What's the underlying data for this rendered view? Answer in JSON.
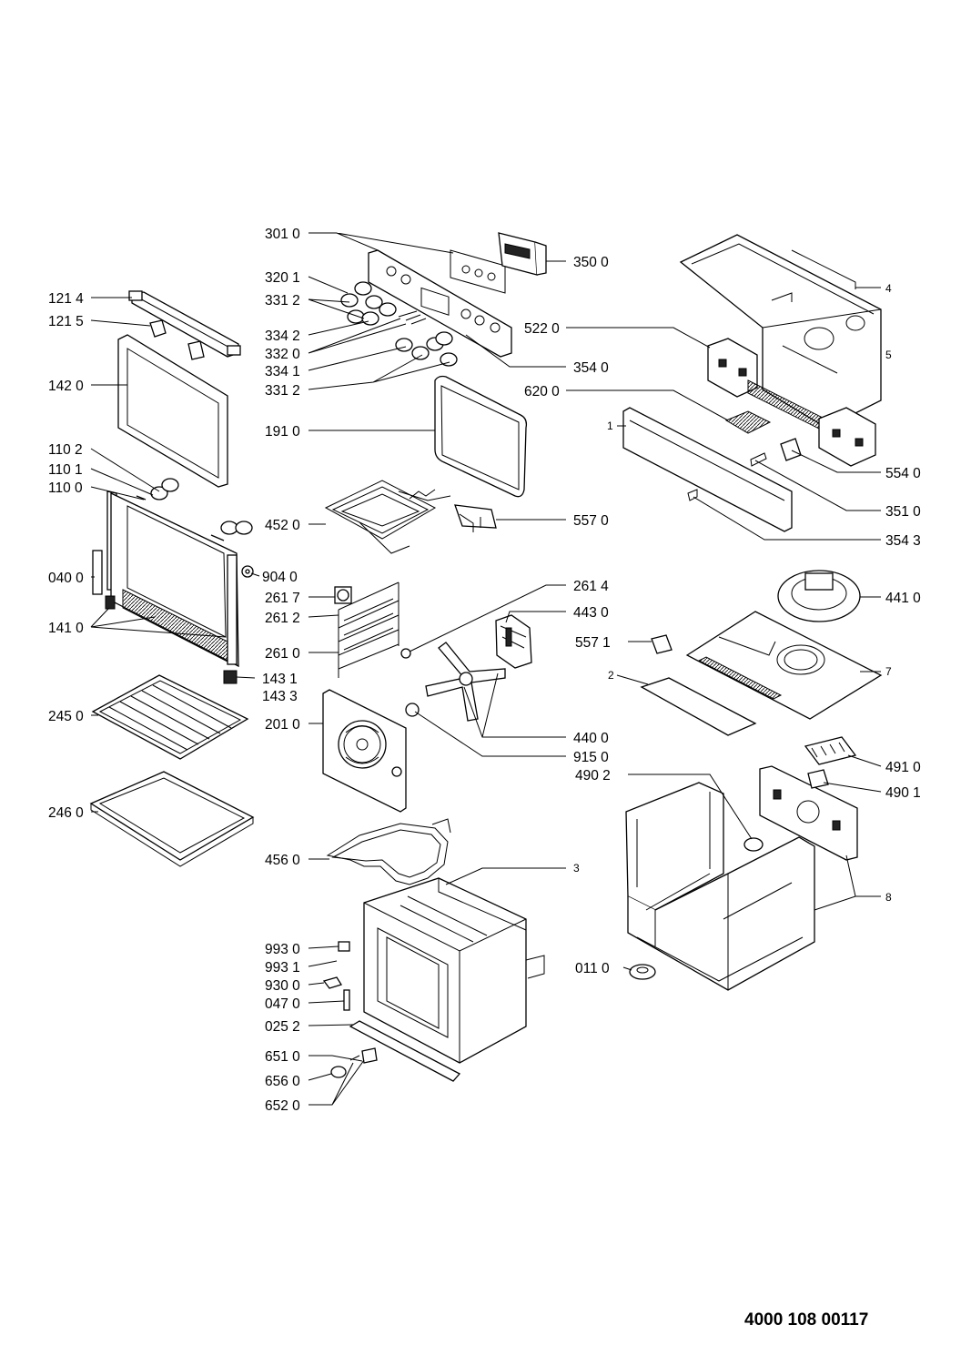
{
  "document_number": "4000 108 00117",
  "labels": {
    "l3010": "301 0",
    "l3201": "320 1",
    "l3312a": "331 2",
    "l3342": "334 2",
    "l3320": "332 0",
    "l3341": "334 1",
    "l3312b": "331 2",
    "l3500": "350 0",
    "l3540": "354 0",
    "l1214": "121 4",
    "l1215": "121 5",
    "l1420": "142 0",
    "l1910": "191 0",
    "l1102": "110 2",
    "l1101": "110 1",
    "l1100": "110 0",
    "l0400": "040 0",
    "l1410": "141 0",
    "l1431": "143 1",
    "l1433": "143 3",
    "l4520": "452 0",
    "l5570": "557 0",
    "l9040": "904 0",
    "l2617": "261 7",
    "l2612": "261 2",
    "l2610": "261 0",
    "l2614": "261 4",
    "l4430": "443 0",
    "l2450": "245 0",
    "l2010": "201 0",
    "l4400": "440 0",
    "l9150": "915 0",
    "l2460": "246 0",
    "l4560": "456 0",
    "l3": "3",
    "l9930": "993 0",
    "l9931": "993 1",
    "l9300": "930 0",
    "l0470": "047 0",
    "l0252": "025 2",
    "l6510": "651 0",
    "l6560": "656 0",
    "l6520": "652 0",
    "l4": "4",
    "l5": "5",
    "l5220": "522 0",
    "l6200": "620 0",
    "l1": "1",
    "l5540": "554 0",
    "l3510": "351 0",
    "l3543": "354 3",
    "l4410": "441 0",
    "l5571": "557 1",
    "l7": "7",
    "l2": "2",
    "l4910": "491 0",
    "l4902": "490 2",
    "l4901": "490 1",
    "l8": "8",
    "l0110": "011 0"
  }
}
